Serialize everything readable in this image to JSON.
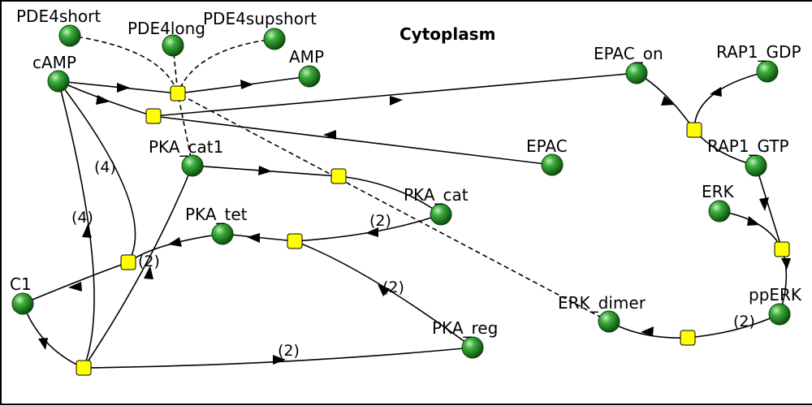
{
  "compartment": "Cytoplasm",
  "species": [
    {
      "id": "PDE4short",
      "label": "PDE4short"
    },
    {
      "id": "PDE4long",
      "label": "PDE4long"
    },
    {
      "id": "PDE4supshort",
      "label": "PDE4supshort"
    },
    {
      "id": "cAMP",
      "label": "cAMP"
    },
    {
      "id": "AMP",
      "label": "AMP"
    },
    {
      "id": "EPAC_on",
      "label": "EPAC_on"
    },
    {
      "id": "RAP1_GDP",
      "label": "RAP1_GDP"
    },
    {
      "id": "RAP1_GTP",
      "label": "RAP1_GTP"
    },
    {
      "id": "EPAC",
      "label": "EPAC"
    },
    {
      "id": "PKA_cat1",
      "label": "PKA_cat1"
    },
    {
      "id": "PKA_cat",
      "label": "PKA_cat"
    },
    {
      "id": "ERK",
      "label": "ERK"
    },
    {
      "id": "PKA_tet",
      "label": "PKA_tet"
    },
    {
      "id": "C1",
      "label": "C1"
    },
    {
      "id": "ppERK",
      "label": "ppERK"
    },
    {
      "id": "ERK_dimer",
      "label": "ERK_dimer"
    },
    {
      "id": "PKA_reg",
      "label": "PKA_reg"
    }
  ],
  "stoichiometry": {
    "s1": "(4)",
    "s2": "(4)",
    "s3": "(2)",
    "s4": "(2)",
    "s5": "(2)",
    "s6": "(2)",
    "s7": "(2)"
  }
}
